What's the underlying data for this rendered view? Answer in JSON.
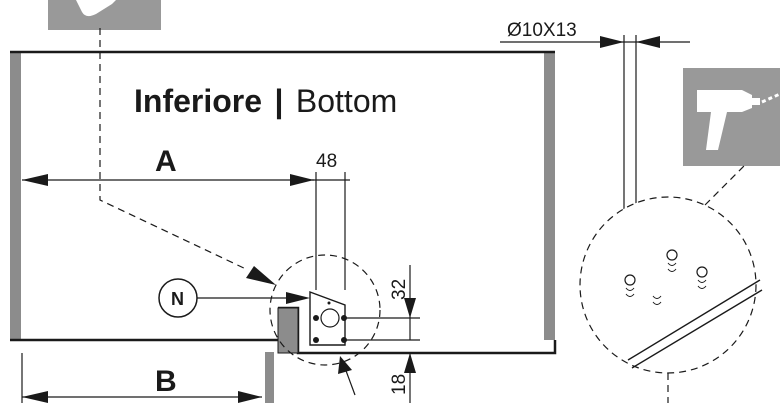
{
  "title": {
    "bold": "Inferiore",
    "separator": "|",
    "regular": "Bottom"
  },
  "labels": {
    "a": "A",
    "b": "B",
    "n": "N"
  },
  "dimensions": {
    "d48": "48",
    "d32": "32",
    "d18": "18",
    "drill": "Ø10X13"
  },
  "icons": {
    "top_left": "tool-icon",
    "right": "drill-icon"
  },
  "colors": {
    "panel": "#8c8c8c",
    "icon_bg": "#999999",
    "ink": "#1a1a1a"
  }
}
